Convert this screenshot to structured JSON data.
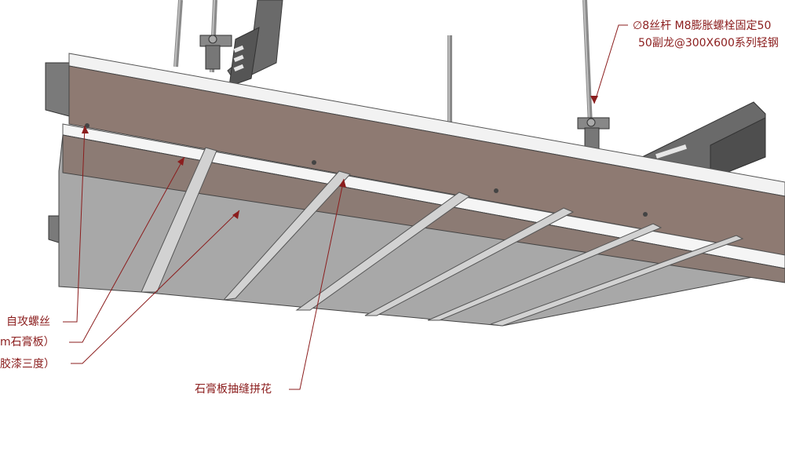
{
  "colors": {
    "board_face": "#a9a9a9",
    "board_edge": "#cfcfcf",
    "board_top": "#8e7a72",
    "rail_top": "#f2f2f2",
    "metal": "#6b6b6b",
    "metal_dark": "#4b4b4b",
    "annotation": "#8b1d1d"
  },
  "annotations": {
    "rod_line1": "∅8丝杆 M8膨胀螺栓固定50",
    "rod_line2": "50副龙@300X600系列轻钢",
    "self_tapping_screw": "自攻螺丝",
    "gypsum_board": "m石膏板）",
    "paint": "胶漆三度）",
    "seam_pattern": "石膏板抽缝拼花"
  }
}
